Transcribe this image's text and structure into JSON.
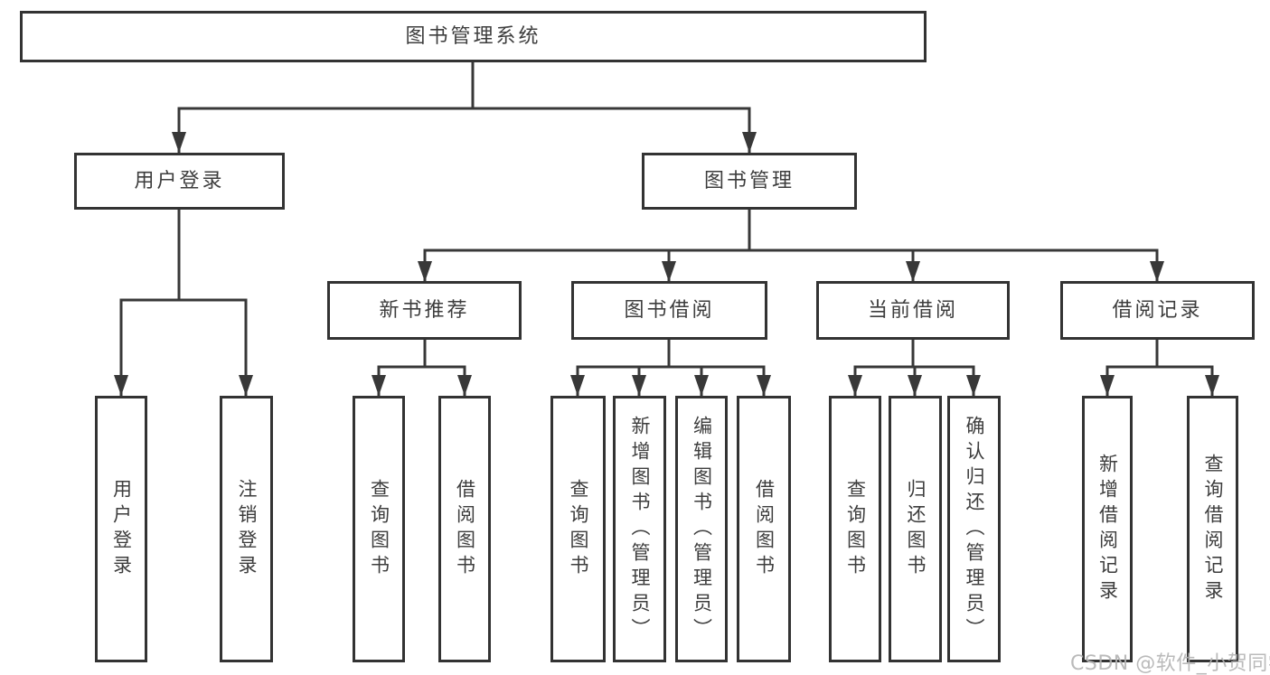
{
  "diagram_title": "图书管理系统",
  "colors": {
    "line": "#383838",
    "box_border": "#333333",
    "text": "#3d3d3d",
    "watermark": "#b2b2b2",
    "background": "#ffffff"
  },
  "watermark": {
    "text": "CSDN @软件_小贺同学"
  },
  "nodes": {
    "root": {
      "label": "图书管理系统"
    },
    "user_login": {
      "label": "用户登录"
    },
    "book_mgmt": {
      "label": "图书管理"
    },
    "new_rec": {
      "label": "新书推荐"
    },
    "book_borrow": {
      "label": "图书借阅"
    },
    "current_borrow": {
      "label": "当前借阅"
    },
    "borrow_records": {
      "label": "借阅记录"
    },
    "leaf_user_login": {
      "label": "用户登录"
    },
    "leaf_logout": {
      "label": "注销登录"
    },
    "leaf_rec_query": {
      "label": "查询图书"
    },
    "leaf_rec_borrow": {
      "label": "借阅图书"
    },
    "leaf_bb_query": {
      "label": "查询图书"
    },
    "leaf_bb_add": {
      "label": "新增图书（管理员）"
    },
    "leaf_bb_edit": {
      "label": "编辑图书（管理员）"
    },
    "leaf_bb_borrow": {
      "label": "借阅图书"
    },
    "leaf_cb_query": {
      "label": "查询图书"
    },
    "leaf_cb_return": {
      "label": "归还图书"
    },
    "leaf_cb_confirm": {
      "label": "确认归还（管理员）"
    },
    "leaf_br_add": {
      "label": "新增借阅记录"
    },
    "leaf_br_query": {
      "label": "查询借阅记录"
    }
  },
  "structure": {
    "root": [
      "user_login",
      "book_mgmt"
    ],
    "user_login": [
      "leaf_user_login",
      "leaf_logout"
    ],
    "book_mgmt": [
      "new_rec",
      "book_borrow",
      "current_borrow",
      "borrow_records"
    ],
    "new_rec": [
      "leaf_rec_query",
      "leaf_rec_borrow"
    ],
    "book_borrow": [
      "leaf_bb_query",
      "leaf_bb_add",
      "leaf_bb_edit",
      "leaf_bb_borrow"
    ],
    "current_borrow": [
      "leaf_cb_query",
      "leaf_cb_return",
      "leaf_cb_confirm"
    ],
    "borrow_records": [
      "leaf_br_add",
      "leaf_br_query"
    ]
  }
}
